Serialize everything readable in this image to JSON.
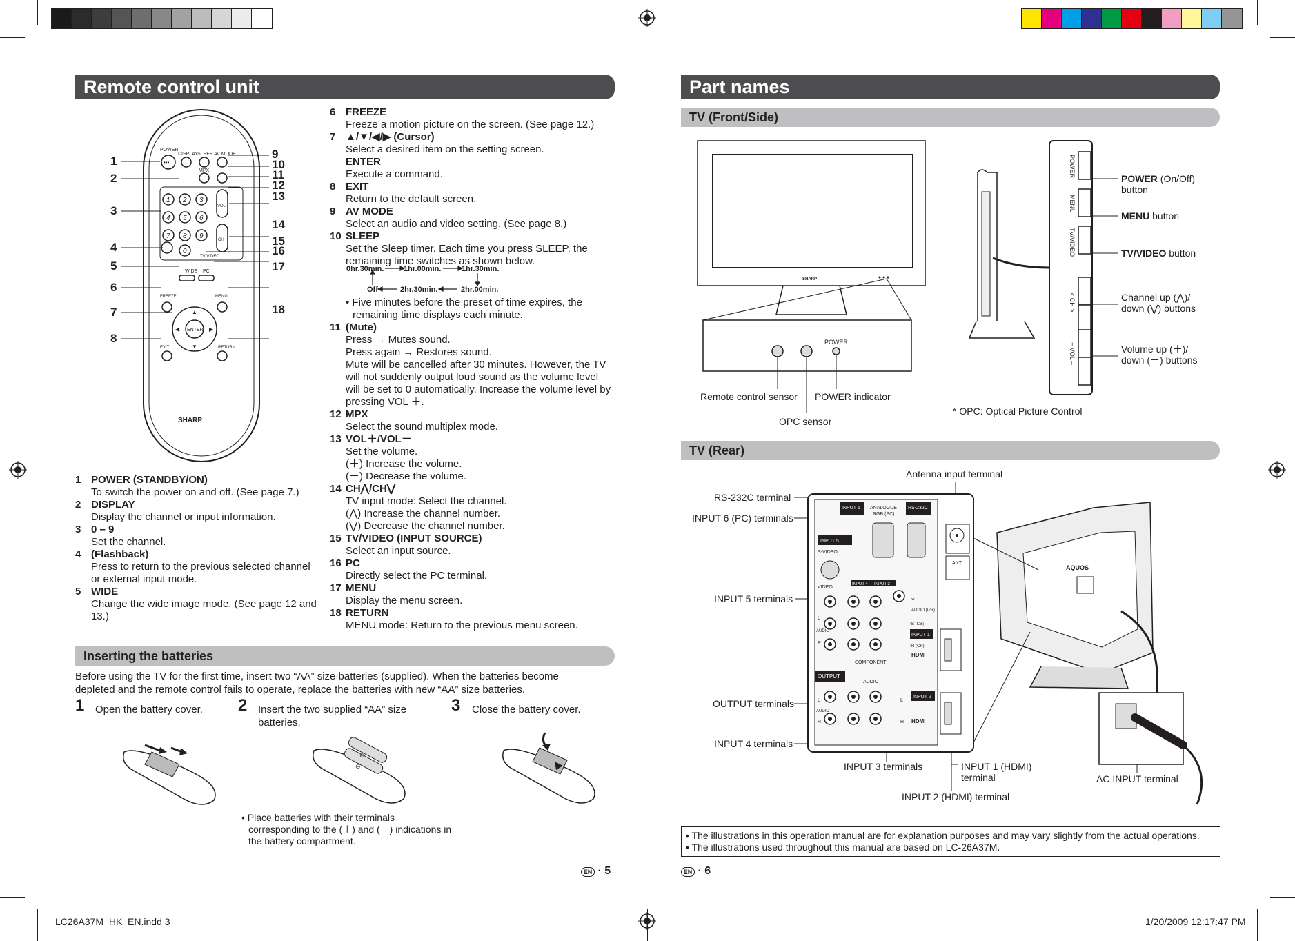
{
  "swatches_gray": [
    "#1a1a1a",
    "#2b2b2b",
    "#3d3d3d",
    "#555555",
    "#6e6e6e",
    "#888888",
    "#a2a2a2",
    "#bcbcbc",
    "#d6d6d6",
    "#ececec",
    "#ffffff"
  ],
  "swatches_color": [
    "#ffe500",
    "#e6007e",
    "#00a0e9",
    "#2e3192",
    "#009944",
    "#e60012",
    "#231f20",
    "#f19ec2",
    "#fff799",
    "#7ecef4",
    "#959595"
  ],
  "left": {
    "title": "Remote control unit",
    "remote": {
      "labels": {
        "power": "POWER",
        "display": "DISPLAY",
        "sleep": "SLEEP",
        "av_mode": "AV MODE",
        "mpx": "MPX",
        "vol": "VOL",
        "ch": "CH",
        "tv_video": "TV/VIDEO",
        "wide": "WIDE",
        "pc": "PC",
        "freeze": "FREEZE",
        "menu": "MENU",
        "enter": "ENTER",
        "exit": "EXIT",
        "return": "RETURN",
        "brand": "SHARP"
      },
      "digits": [
        "1",
        "2",
        "3",
        "4",
        "5",
        "6",
        "7",
        "8",
        "9",
        "0"
      ],
      "callouts_left": [
        "1",
        "2",
        "3",
        "4",
        "5",
        "6",
        "7",
        "8"
      ],
      "callouts_right": [
        "9",
        "10",
        "11",
        "12",
        "13",
        "14",
        "15",
        "16",
        "17",
        "18"
      ]
    },
    "items_a": [
      {
        "num": "1",
        "title": "POWER (STANDBY/ON)",
        "lines": [
          "To switch the power on and off. (See page 7.)"
        ]
      },
      {
        "num": "2",
        "title": "DISPLAY",
        "lines": [
          "Display the channel or input information."
        ]
      },
      {
        "num": "3",
        "title": "0 – 9",
        "lines": [
          "Set the channel."
        ]
      },
      {
        "num": "4",
        "title": "(Flashback)",
        "lines": [
          "Press to return to the previous selected channel",
          "or external input mode."
        ]
      },
      {
        "num": "5",
        "title": "WIDE",
        "lines": [
          "Change the wide image mode. (See page 12 and",
          "13.)"
        ]
      }
    ],
    "items_b": [
      {
        "num": "6",
        "title": "FREEZE",
        "lines": [
          "Freeze a motion picture on the screen. (See page 12.)"
        ]
      },
      {
        "num": "7",
        "title": "▲/▼/◀/▶ (Cursor)",
        "lines": [
          "Select a desired item on the setting screen."
        ]
      },
      {
        "num": "",
        "title": "ENTER",
        "lines": [
          "Execute a command."
        ]
      },
      {
        "num": "8",
        "title": "EXIT",
        "lines": [
          "Return to the default screen."
        ]
      },
      {
        "num": "9",
        "title": "AV MODE",
        "lines": [
          "Select an audio and video setting. (See page 8.)"
        ]
      },
      {
        "num": "10",
        "title": "SLEEP",
        "lines": [
          "Set the Sleep timer. Each time you press SLEEP, the",
          "remaining time switches as shown below."
        ]
      }
    ],
    "sleep_cycle": {
      "t1": "0hr.30min.",
      "t2": "1hr.00min.",
      "t3": "1hr.30min.",
      "t4": "2hr.00min.",
      "t5": "2hr.30min.",
      "t6": "Off"
    },
    "sleep_note": [
      "• Five minutes before the preset of time expires, the",
      "remaining time displays each minute."
    ],
    "items_c": [
      {
        "num": "11",
        "title": "(Mute)",
        "lines": [
          "Press → Mutes sound.",
          "Press again → Restores sound.",
          "Mute will be cancelled after 30 minutes. However, the TV",
          "will not suddenly output loud sound as the volume level",
          "will be set to 0 automatically. Increase the volume level by",
          "pressing VOL ＋."
        ]
      },
      {
        "num": "12",
        "title": "MPX",
        "lines": [
          "Select the sound multiplex mode."
        ]
      },
      {
        "num": "13",
        "title": "VOL＋/VOL－",
        "lines": [
          "Set the volume.",
          "(＋) Increase the volume.",
          "(－) Decrease the volume."
        ]
      },
      {
        "num": "14",
        "title": "CH⋀/CH⋁",
        "lines": [
          "TV input mode: Select the channel.",
          "(⋀)  Increase the channel number.",
          "(⋁)  Decrease the channel number."
        ]
      },
      {
        "num": "15",
        "title": "TV/VIDEO (INPUT SOURCE)",
        "lines": [
          "Select an input source."
        ]
      },
      {
        "num": "16",
        "title": "PC",
        "lines": [
          "Directly select the PC terminal."
        ]
      },
      {
        "num": "17",
        "title": "MENU",
        "lines": [
          "Display the menu screen."
        ]
      },
      {
        "num": "18",
        "title": "RETURN",
        "lines": [
          "MENU mode: Return to the previous menu screen."
        ]
      }
    ],
    "batteries": {
      "title": "Inserting the batteries",
      "intro": [
        "Before using the TV for the first time, insert two “AA” size batteries (supplied).  When the batteries become",
        "depleted and the remote control fails to operate, replace the batteries with new “AA” size batteries."
      ],
      "steps": [
        {
          "num": "1",
          "text": [
            "Open the battery cover."
          ]
        },
        {
          "num": "2",
          "text": [
            "Insert the two supplied “AA” size",
            "batteries."
          ]
        },
        {
          "num": "3",
          "text": [
            "Close the battery cover."
          ]
        }
      ],
      "note": [
        "• Place batteries with their terminals",
        "corresponding to the (＋) and (－) indications in",
        "the battery compartment."
      ]
    },
    "page": {
      "badge": "EN",
      "num": "5"
    }
  },
  "right": {
    "title": "Part names",
    "front_title": "TV (Front/Side)",
    "front": {
      "tv_brand": "SHARP",
      "power_label": "POWER",
      "sensor_labels": [
        "Remote control sensor",
        "POWER indicator",
        "OPC sensor"
      ],
      "side_buttons": [
        "POWER",
        "MENU",
        "TV/VIDEO",
        "< CH >",
        "+ VOL –"
      ],
      "side_callouts": [
        {
          "bold": "POWER",
          "rest": " (On/Off)",
          "line2": "button"
        },
        {
          "bold": "MENU",
          "rest": " button",
          "line2": ""
        },
        {
          "bold": "TV/VIDEO",
          "rest": " button",
          "line2": ""
        },
        {
          "bold": "",
          "rest": "Channel up (⋀)/",
          "line2": "down (⋁) buttons"
        },
        {
          "bold": "",
          "rest": "Volume up (＋)/",
          "line2": "down (－) buttons"
        }
      ],
      "opc_note": "* OPC: Optical Picture Control"
    },
    "rear_title": "TV (Rear)",
    "rear": {
      "callouts": [
        "Antenna input terminal",
        "RS-232C terminal",
        "INPUT 6 (PC) terminals",
        "INPUT 5 terminals",
        "OUTPUT terminals",
        "INPUT 4 terminals",
        "INPUT 3 terminals",
        "INPUT 1 (HDMI)",
        "terminal",
        "INPUT 2 (HDMI) terminal",
        "AC INPUT terminal"
      ],
      "panel_labels": {
        "input6": "INPUT 6",
        "analogue": "ANALOGUE",
        "rgb": "RGB (PC)",
        "rs232": "RS-232C",
        "input5": "INPUT 5",
        "svideo": "S-VIDEO",
        "video": "VIDEO",
        "audio": "AUDIO",
        "l": "L",
        "r": "R",
        "input4": "INPUT 4",
        "input3": "INPUT 3",
        "y": "Y",
        "pb": "PB (CB)",
        "pr": "PR (CR)",
        "audio_lr": "AUDIO (L/R)",
        "component": "COMPONENT",
        "output": "OUTPUT",
        "input1": "INPUT 1",
        "input2": "INPUT 2",
        "hdmi": "HDMI",
        "ant": "ANT",
        "aquos": "AQUOS"
      }
    },
    "notes": [
      "• The illustrations in this operation manual are for explanation purposes and may vary slightly from the actual operations.",
      "• The illustrations used throughout this manual are based on LC-26A37M."
    ],
    "page": {
      "badge": "EN",
      "num": "6"
    }
  },
  "footer": {
    "file": "LC26A37M_HK_EN.indd   3",
    "date": "1/20/2009   12:17:47 PM"
  }
}
